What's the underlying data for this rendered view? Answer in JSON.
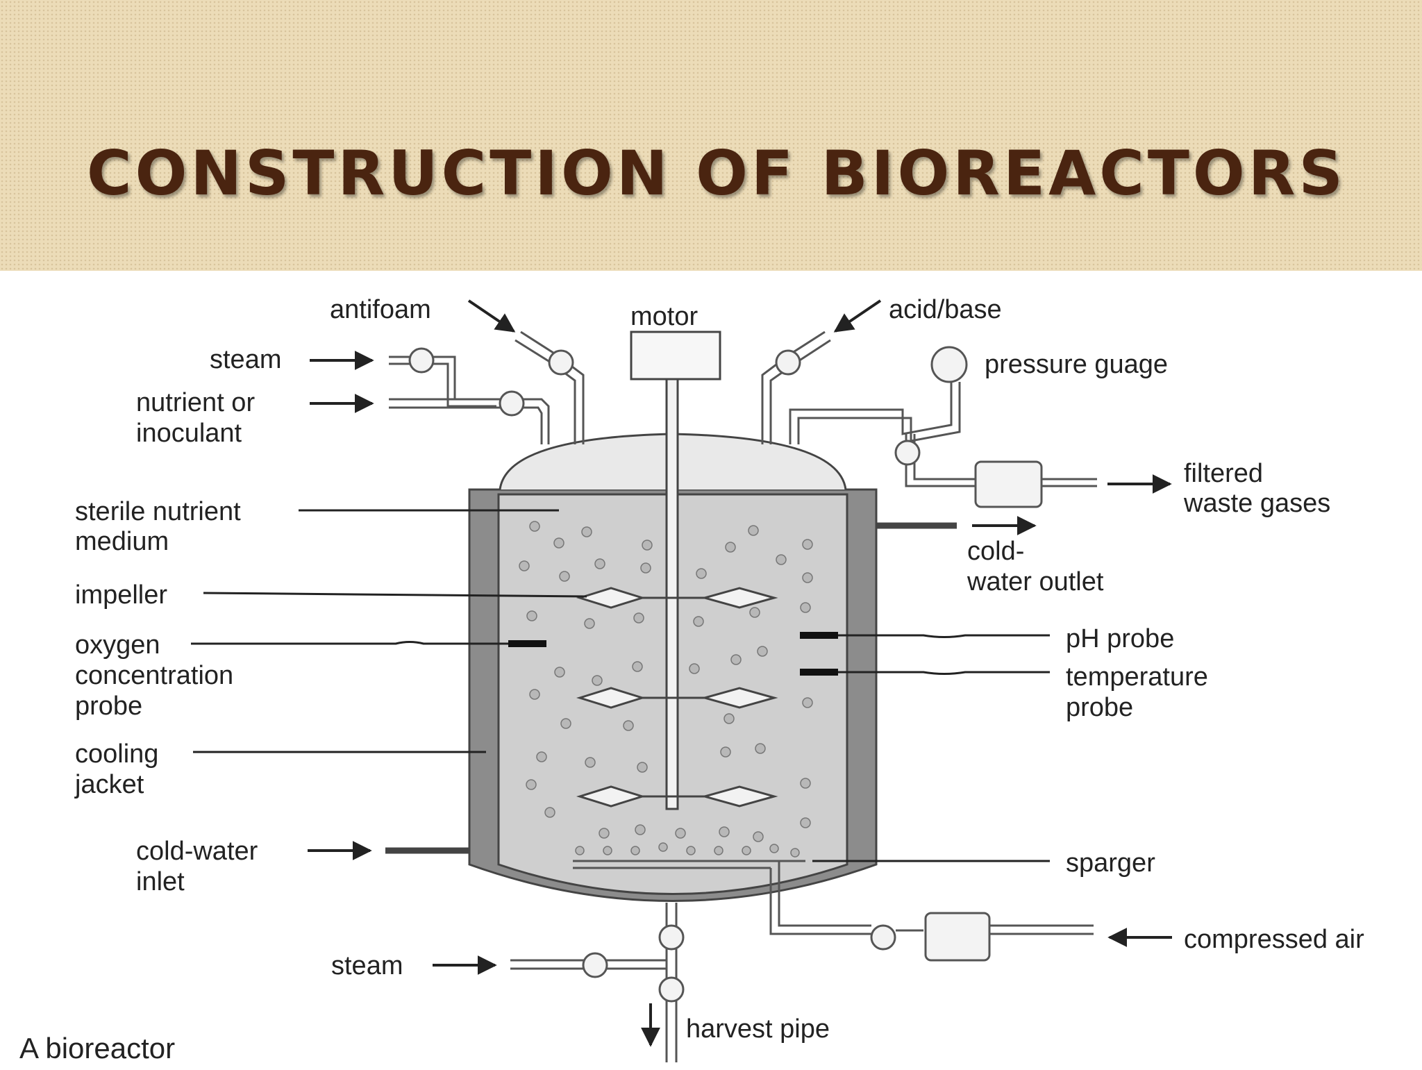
{
  "slide": {
    "title": "CONSTRUCTION OF BIOREACTORS"
  },
  "diagram": {
    "caption": "A bioreactor",
    "labels": {
      "antifoam": "antifoam",
      "motor": "motor",
      "acid_base": "acid/base",
      "steam_top": "steam",
      "pressure_gauge": "pressure guage",
      "nutrient_1": "nutrient or",
      "nutrient_2": "inoculant",
      "filtered_1": "filtered",
      "filtered_2": "waste gases",
      "sterile_1": "sterile nutrient",
      "sterile_2": "medium",
      "cold_out_1": "cold-",
      "cold_out_2": "water outlet",
      "impeller": "impeller",
      "ph_probe": "pH probe",
      "oxygen_1": "oxygen",
      "oxygen_2": "concentration",
      "oxygen_3": "probe",
      "temp_1": "temperature",
      "temp_2": "probe",
      "cooling_1": "cooling",
      "cooling_2": "jacket",
      "cold_in_1": "cold-water",
      "cold_in_2": "inlet",
      "sparger": "sparger",
      "compressed_air": "compressed air",
      "steam_bottom": "steam",
      "harvest_pipe": "harvest pipe"
    }
  }
}
